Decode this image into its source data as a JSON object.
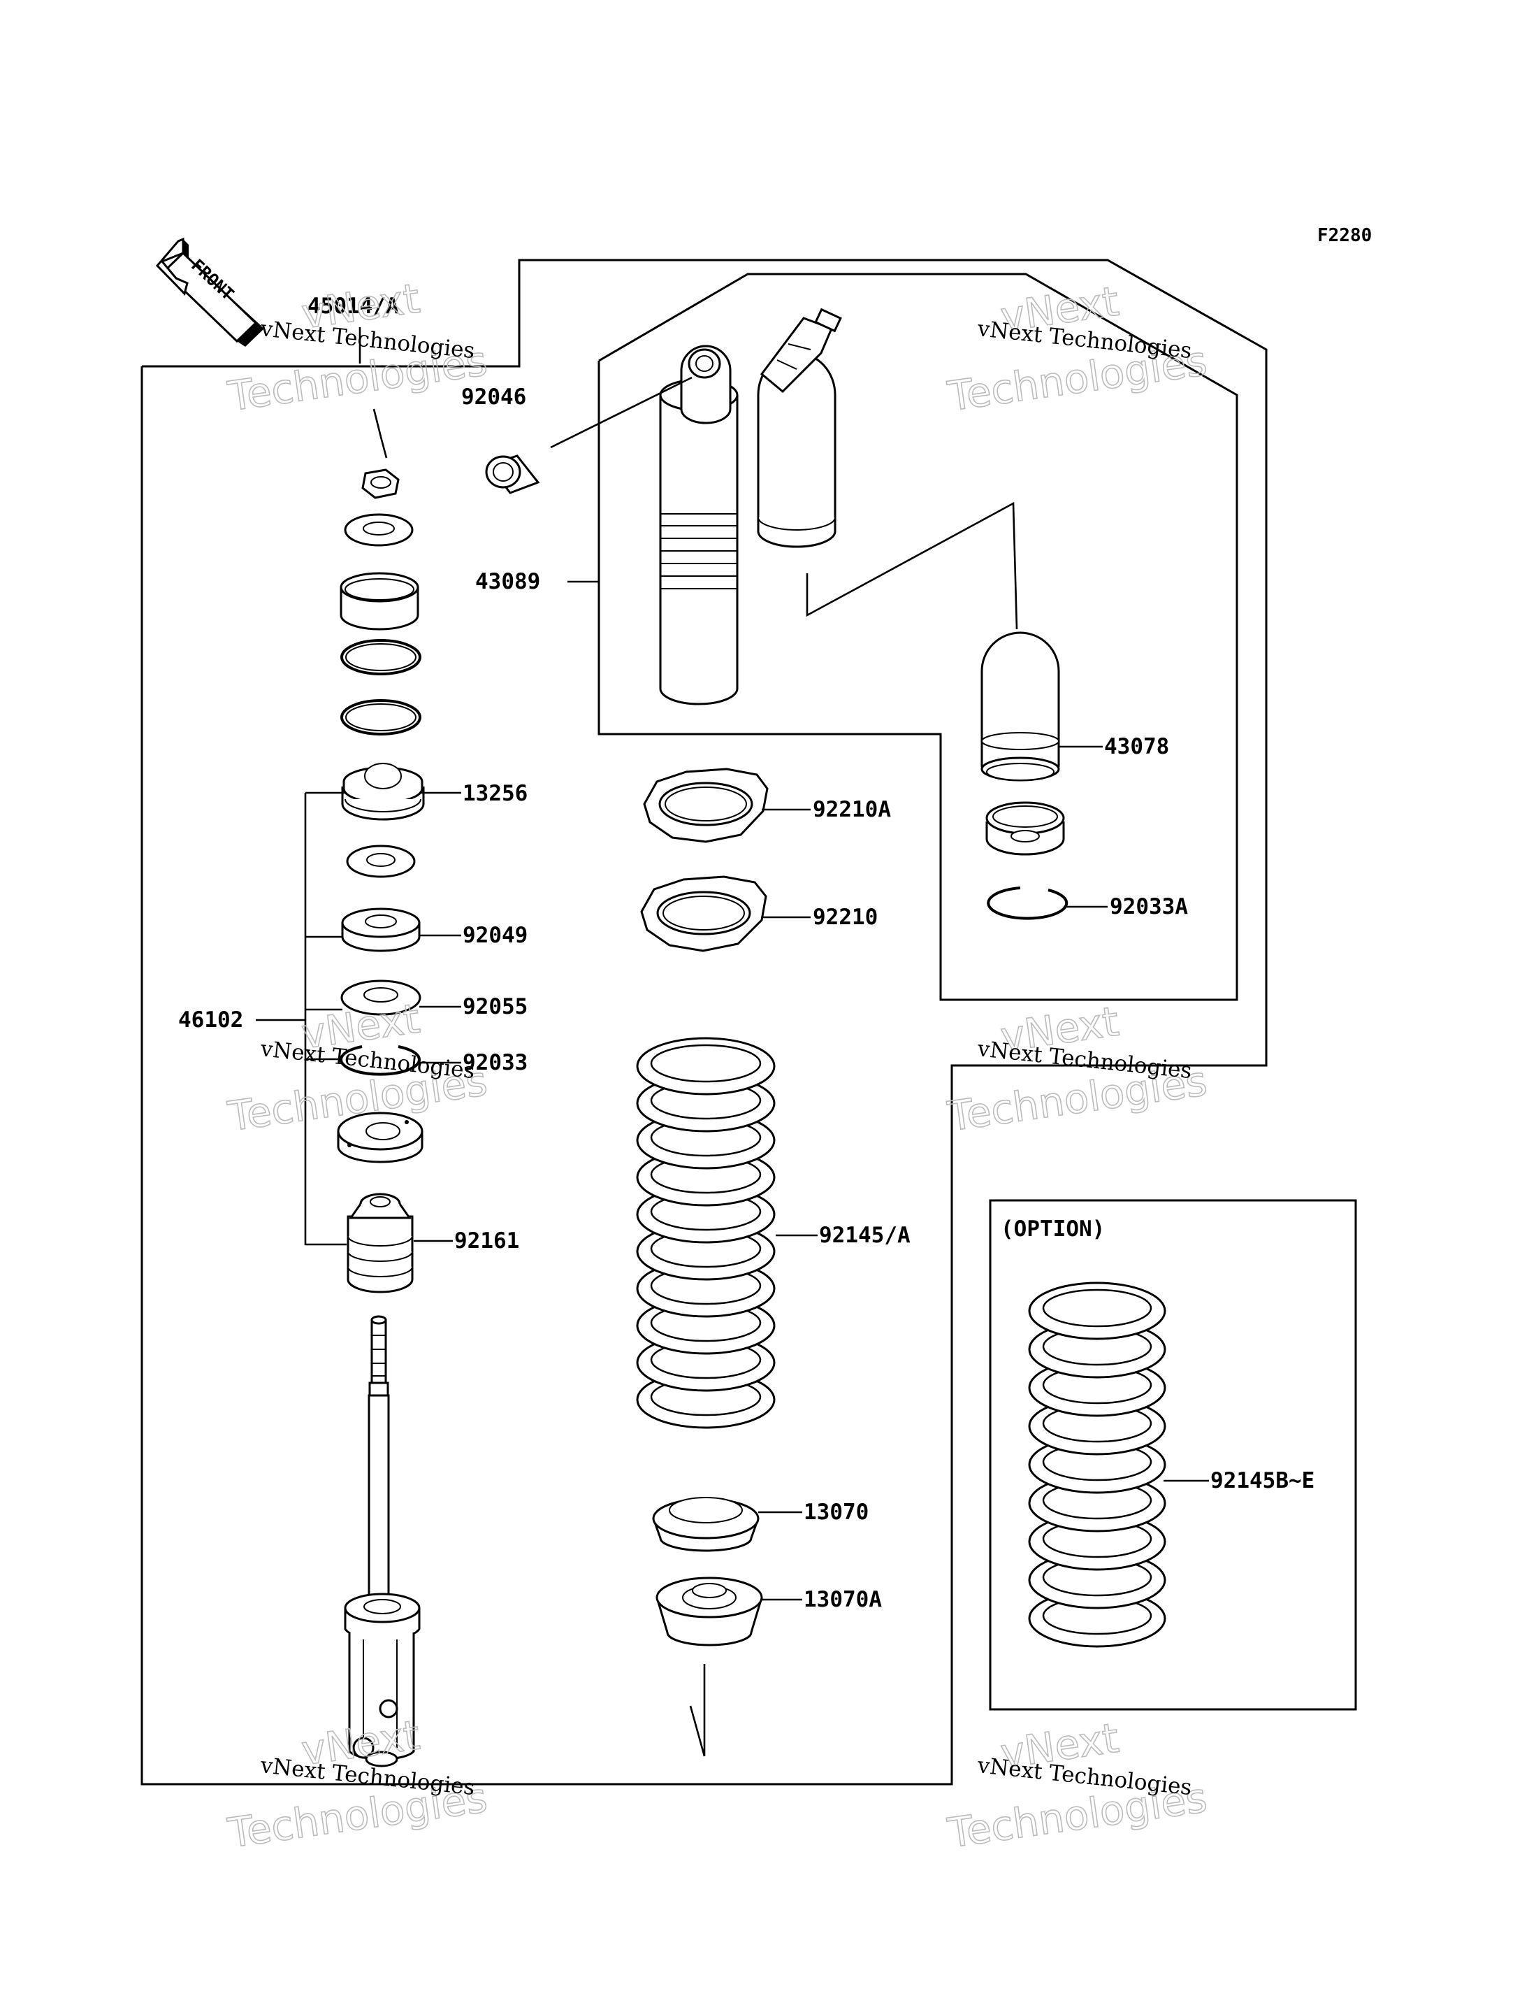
{
  "figure_code": "F2280",
  "front_label": "FRONT",
  "option_label": "(OPTION)",
  "watermark": {
    "line1": "vNext Technologies",
    "line2": "vNext",
    "line3": "Technologies"
  },
  "parts": {
    "p45014": "45014/A",
    "p92046": "92046",
    "p43089": "43089",
    "p43078": "43078",
    "p13256": "13256",
    "p92210A": "92210A",
    "p92210": "92210",
    "p92033A": "92033A",
    "p92049": "92049",
    "p46102": "46102",
    "p92055": "92055",
    "p92033": "92033",
    "p92161": "92161",
    "p92145A": "92145/A",
    "p92145B": "92145B~E",
    "p13070": "13070",
    "p13070A": "13070A"
  }
}
